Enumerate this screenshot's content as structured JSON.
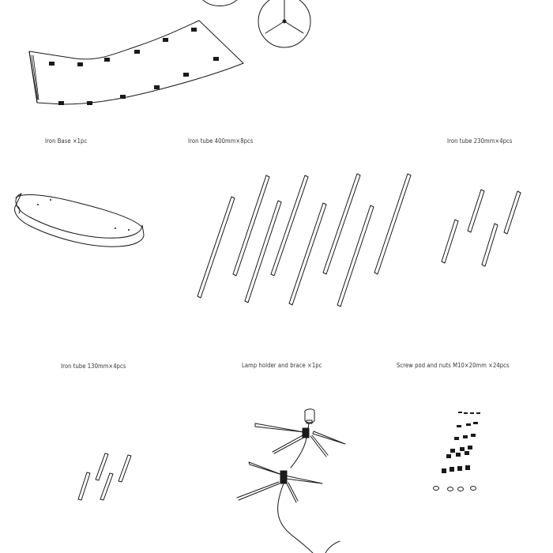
{
  "sheet": {
    "parts": [
      {
        "id": "iron-base",
        "label": "Iron Base ×1pc"
      },
      {
        "id": "tube-400",
        "label": "Iron tube 400mm×8pcs"
      },
      {
        "id": "tube-230",
        "label": "Iron tube 230mm×4pcs"
      },
      {
        "id": "tube-130",
        "label": "Iron tube 130mm×4pcs"
      },
      {
        "id": "lamp-holder",
        "label": "Lamp holder and brace ×1pc"
      },
      {
        "id": "screw-pod",
        "label": "Screw pod and nuts M10×20mm ×24pcs"
      }
    ]
  },
  "colors": {
    "ink": "#1a1a1a",
    "paper": "#ffffff"
  }
}
